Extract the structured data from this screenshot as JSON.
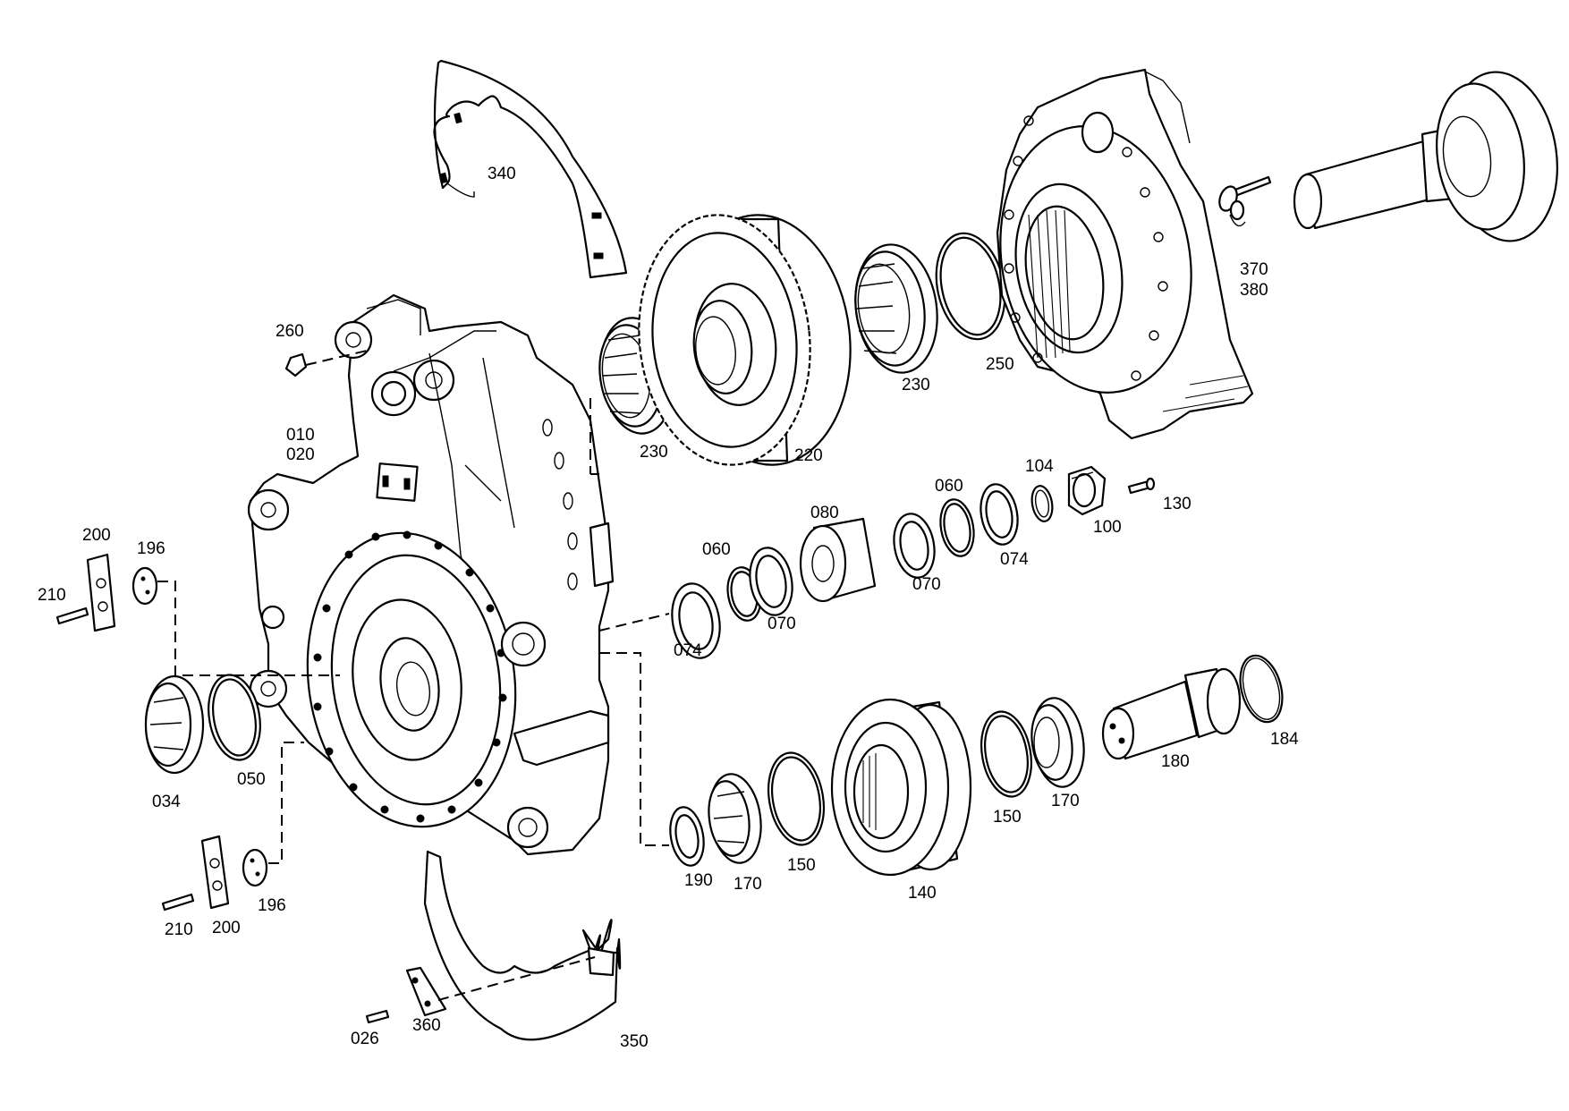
{
  "diagram": {
    "labels": {
      "l340": "340",
      "l260": "260",
      "l010": "010",
      "l020": "020",
      "l230a": "230",
      "l220": "220",
      "l230b": "230",
      "l250": "250",
      "l370": "370",
      "l380": "380",
      "l200a": "200",
      "l196a": "196",
      "l210a": "210",
      "l060a": "060",
      "l080": "080",
      "l060b": "060",
      "l104": "104",
      "l130": "130",
      "l100": "100",
      "l074a": "074",
      "l070a": "070",
      "l070b": "070",
      "l074b": "074",
      "l034": "034",
      "l050": "050",
      "l184": "184",
      "l180": "180",
      "l150a": "150",
      "l170a": "170",
      "l190": "190",
      "l170b": "170",
      "l150b": "150",
      "l140": "140",
      "l210b": "210",
      "l200b": "200",
      "l196b": "196",
      "l026": "026",
      "l360": "360",
      "l350": "350"
    }
  }
}
